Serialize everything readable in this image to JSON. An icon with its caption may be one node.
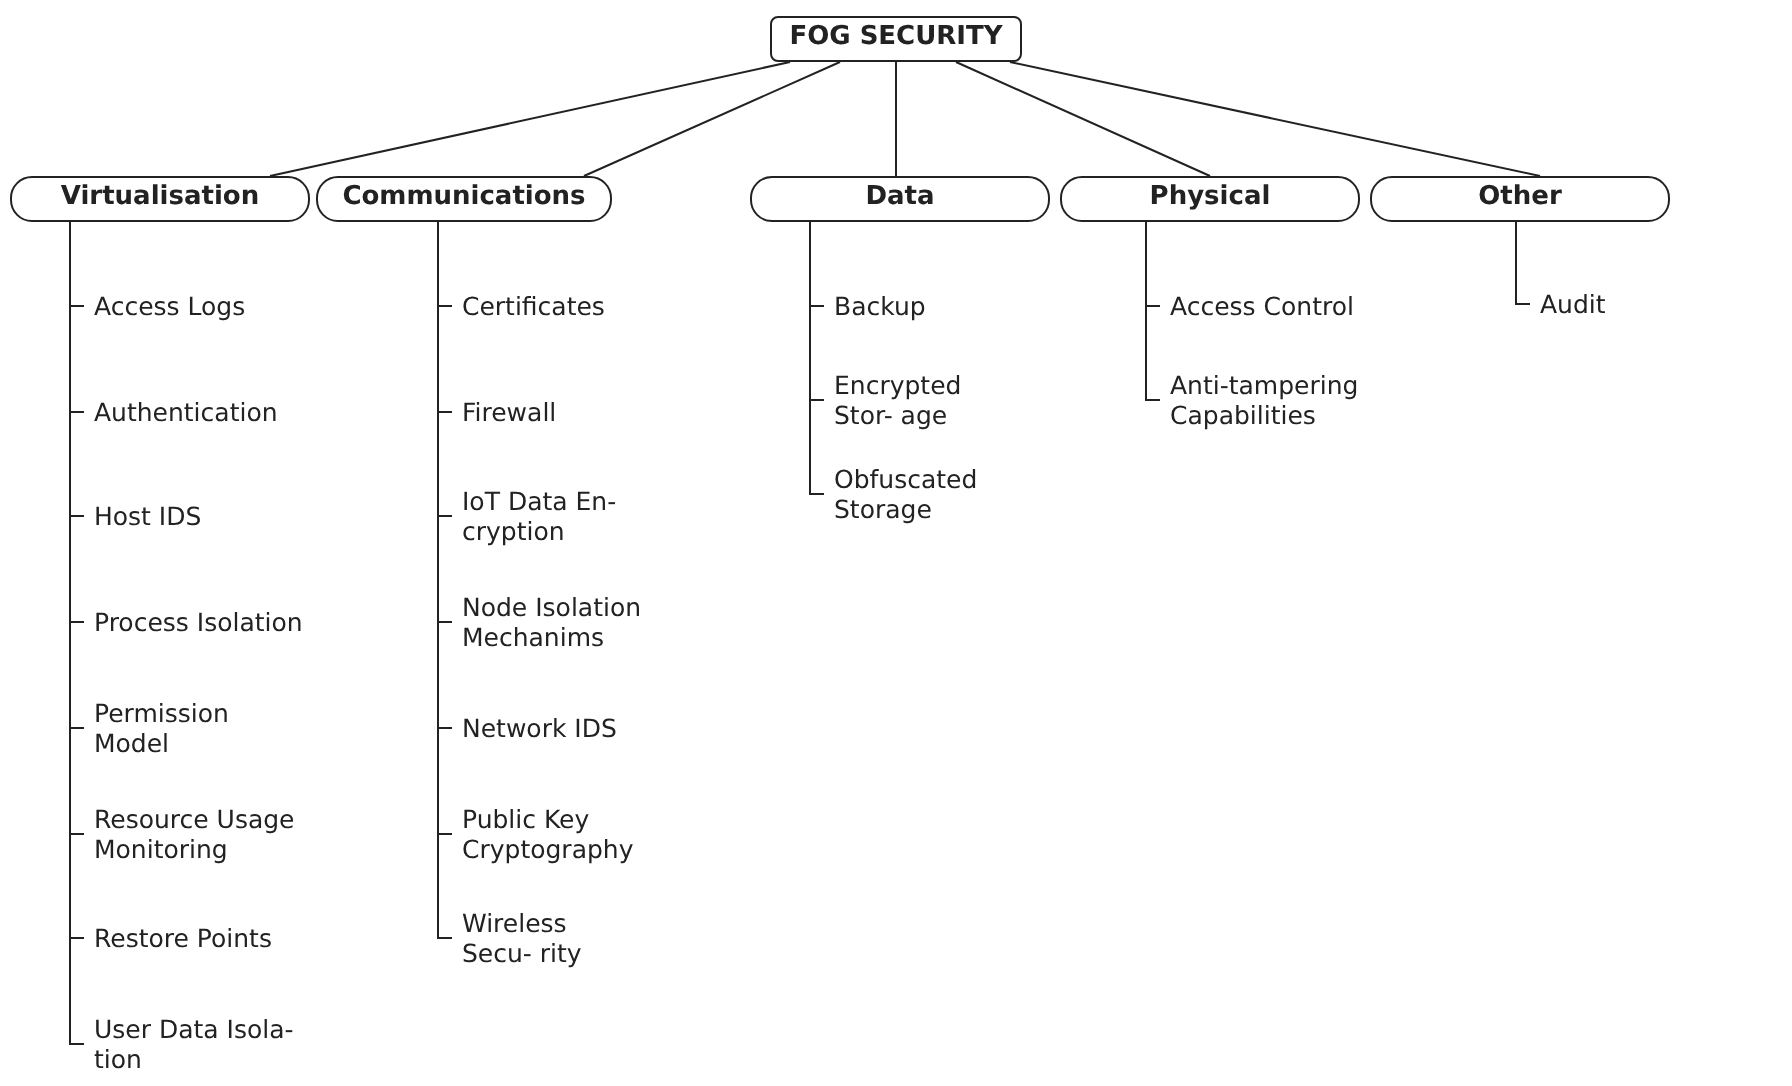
{
  "diagram": {
    "nodes": [
      {
        "text": [
          "FOG SECURITY"
        ]
      },
      {
        "text": [
          "Virtualisation"
        ]
      },
      {
        "text": [
          "Access Logs"
        ]
      },
      {
        "text": [
          "Authentication"
        ]
      },
      {
        "text": [
          "Host IDS"
        ]
      },
      {
        "text": [
          "Process Isolation"
        ]
      },
      {
        "text": [
          "Permission Model"
        ]
      },
      {
        "text": [
          "Resource Usage Monitoring"
        ]
      },
      {
        "text": [
          "Restore Points"
        ]
      },
      {
        "text": [
          "User Data Isola- tion"
        ]
      },
      {
        "text": [
          "Communications"
        ]
      },
      {
        "text": [
          "Certificates"
        ]
      },
      {
        "text": [
          "Firewall"
        ]
      },
      {
        "text": [
          "IoT Data En- cryption"
        ]
      },
      {
        "text": [
          "Node Isolation Mechanims"
        ]
      },
      {
        "text": [
          "Network IDS"
        ]
      },
      {
        "text": [
          "Public Key Cryptography"
        ]
      },
      {
        "text": [
          "Wireless Secu- rity"
        ]
      },
      {
        "text": [
          "Data"
        ]
      },
      {
        "text": [
          "Backup"
        ]
      },
      {
        "text": [
          "Encrypted Stor- age"
        ]
      },
      {
        "text": [
          "Obfuscated Storage"
        ]
      },
      {
        "text": [
          "Physical"
        ]
      },
      {
        "text": [
          "Access Control"
        ]
      },
      {
        "text": [
          "Anti-tampering Capabilities"
        ]
      },
      {
        "text": [
          "Other"
        ]
      },
      {
        "text": [
          "Audit"
        ]
      }
    ],
    "edges": [
      {
        "from": 0,
        "to": 1,
        "arrow": "none"
      },
      {
        "from": 0,
        "to": 10,
        "arrow": "none"
      },
      {
        "from": 0,
        "to": 18,
        "arrow": "none"
      },
      {
        "from": 0,
        "to": 22,
        "arrow": "none"
      },
      {
        "from": 0,
        "to": 25,
        "arrow": "none"
      },
      {
        "from": 1,
        "to": 2,
        "arrow": "none"
      },
      {
        "from": 1,
        "to": 3,
        "arrow": "none"
      },
      {
        "from": 1,
        "to": 4,
        "arrow": "none"
      },
      {
        "from": 1,
        "to": 5,
        "arrow": "none"
      },
      {
        "from": 1,
        "to": 6,
        "arrow": "none"
      },
      {
        "from": 1,
        "to": 7,
        "arrow": "none"
      },
      {
        "from": 1,
        "to": 8,
        "arrow": "none"
      },
      {
        "from": 1,
        "to": 9,
        "arrow": "none"
      },
      {
        "from": 10,
        "to": 11,
        "arrow": "none"
      },
      {
        "from": 10,
        "to": 12,
        "arrow": "none"
      },
      {
        "from": 10,
        "to": 13,
        "arrow": "none"
      },
      {
        "from": 10,
        "to": 14,
        "arrow": "none"
      },
      {
        "from": 10,
        "to": 15,
        "arrow": "none"
      },
      {
        "from": 10,
        "to": 16,
        "arrow": "none"
      },
      {
        "from": 10,
        "to": 17,
        "arrow": "none"
      },
      {
        "from": 18,
        "to": 19,
        "arrow": "none"
      },
      {
        "from": 18,
        "to": 20,
        "arrow": "none"
      },
      {
        "from": 18,
        "to": 21,
        "arrow": "none"
      },
      {
        "from": 22,
        "to": 23,
        "arrow": "none"
      },
      {
        "from": 22,
        "to": 24,
        "arrow": "none"
      },
      {
        "from": 25,
        "to": 26,
        "arrow": "none"
      }
    ]
  }
}
